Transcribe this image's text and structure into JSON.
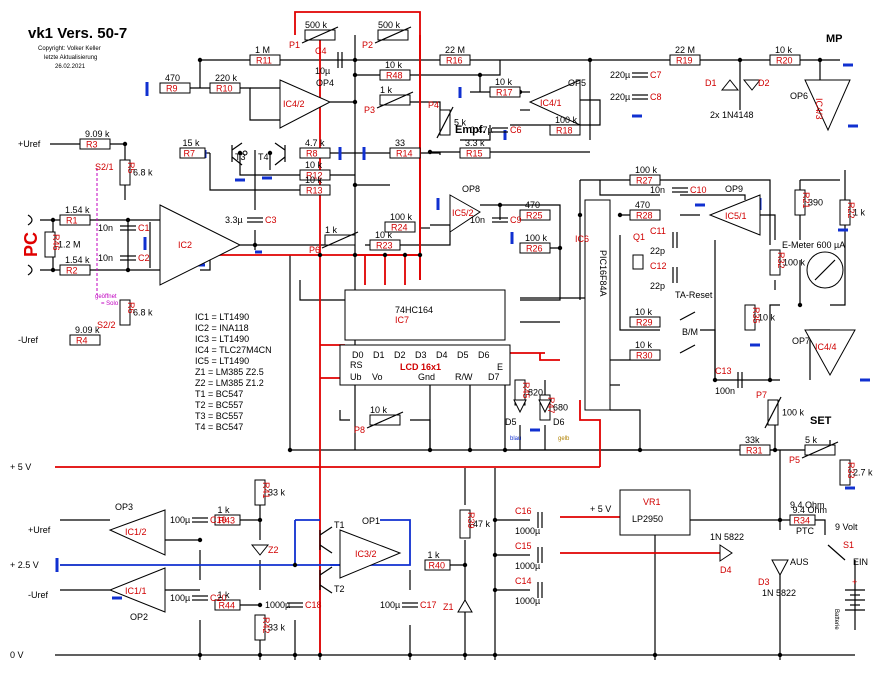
{
  "title": "vk1 Vers. 50-7",
  "copyright": "Copyright: Volker Keller",
  "last_update_label": "letzte Aktualisierung",
  "date": "26.02.2021",
  "pc_label": "PC",
  "mp_label": "MP",
  "set_label": "SET",
  "empf_label": "Empf.",
  "emeter_label": "E-Meter 600 µA",
  "ta_reset": "TA-Reset",
  "bm_label": "B/M",
  "diode_pair": "2x 1N4148",
  "switch_text": [
    "geöffnet",
    "= Solo"
  ],
  "batt_label": "Batterie",
  "aus_label": "AUS",
  "ein_label": "EIN",
  "volt9": "9 Volt",
  "ohm94": "9.4 Ohm",
  "ptc": "PTC",
  "supply": {
    "p5": "+ 5 V",
    "p25": "+ 2.5 V",
    "zero": "0 V",
    "uref_p": "+Uref",
    "uref_m": "-Uref",
    "uref_p2": "+Uref",
    "uref_m2": "-Uref",
    "p5b": "+ 5 V"
  },
  "parts_list": [
    "IC1 = LT1490",
    "IC2 = INA118",
    "IC3 = LT1490",
    "IC4 = TLC27M4CN",
    "IC5 = LT1490",
    "Z1 = LM385 Z2.5",
    "Z2 = LM385 Z1.2",
    "T1 = BC547",
    "T2 = BC557",
    "T3 = BC557",
    "T4 = BC547"
  ],
  "resistors": [
    {
      "id": "R1",
      "val": "1.54 k"
    },
    {
      "id": "R2",
      "val": "1.54 k"
    },
    {
      "id": "R3",
      "val": "9.09 k"
    },
    {
      "id": "R4",
      "val": "9.09 k"
    },
    {
      "id": "R5",
      "val": "6.8 k"
    },
    {
      "id": "R6",
      "val": "6.8 k"
    },
    {
      "id": "R7",
      "val": "15 k"
    },
    {
      "id": "R8",
      "val": "4.7 k"
    },
    {
      "id": "R9",
      "val": "470"
    },
    {
      "id": "R10",
      "val": "220 k"
    },
    {
      "id": "R11",
      "val": "1 M"
    },
    {
      "id": "R12",
      "val": "10 k"
    },
    {
      "id": "R13",
      "val": "10 k"
    },
    {
      "id": "R14",
      "val": "33"
    },
    {
      "id": "R15",
      "val": "3.3 k"
    },
    {
      "id": "R16",
      "val": "22 M"
    },
    {
      "id": "R17",
      "val": "10 k"
    },
    {
      "id": "R18",
      "val": "100 k"
    },
    {
      "id": "R19",
      "val": "22 M"
    },
    {
      "id": "R20",
      "val": "10 k"
    },
    {
      "id": "R21",
      "val": "390"
    },
    {
      "id": "R22",
      "val": "1 k"
    },
    {
      "id": "R23",
      "val": "10 k"
    },
    {
      "id": "R24",
      "val": "100 k"
    },
    {
      "id": "R25",
      "val": "470"
    },
    {
      "id": "R26",
      "val": "100 k"
    },
    {
      "id": "R27",
      "val": "100 k"
    },
    {
      "id": "R28",
      "val": "470"
    },
    {
      "id": "R29",
      "val": "10 k"
    },
    {
      "id": "R30",
      "val": "10 k"
    },
    {
      "id": "R31",
      "val": "33k"
    },
    {
      "id": "R32",
      "val": "100 k"
    },
    {
      "id": "R33",
      "val": "2.7 k"
    },
    {
      "id": "R34",
      "val": "9.4 Ohm"
    },
    {
      "id": "R35",
      "val": "10 k"
    },
    {
      "id": "R36",
      "val": "47 k"
    },
    {
      "id": "R39",
      "val": "47 k"
    },
    {
      "id": "R40",
      "val": "1 k"
    },
    {
      "id": "R41",
      "val": "33 k"
    },
    {
      "id": "R42",
      "val": "33 k"
    },
    {
      "id": "R43",
      "val": "1 k"
    },
    {
      "id": "R44",
      "val": "1 k"
    },
    {
      "id": "R45",
      "val": "820"
    },
    {
      "id": "R46",
      "val": "1.2 M"
    },
    {
      "id": "R47",
      "val": "680"
    },
    {
      "id": "R48",
      "val": "10 k"
    }
  ],
  "caps": {
    "C1": "10n",
    "C2": "10n",
    "C3": "3.3µ",
    "C4": "10µ",
    "C6": "0.47µ",
    "C7": "220µ",
    "C8": "220µ",
    "C9": "10n",
    "C10": "10n",
    "C11": "22p",
    "C12": "22p",
    "C13": "100n",
    "C14": "1000µ",
    "C15": "1000µ",
    "C16": "1000µ",
    "C17": "100µ",
    "C18": "1000µ",
    "C19": "100µ",
    "C20": "100µ"
  },
  "pots": {
    "P1": "500 k",
    "P2": "500 k",
    "P3": "1 k",
    "P4": "5 k",
    "P5": "5 k",
    "P6": "1 k",
    "P7": "100 k",
    "P8": "10 k"
  },
  "ics": {
    "IC1_1": "IC1/1",
    "IC1_2": "IC1/2",
    "IC2": "IC2",
    "IC3_2": "IC3/2",
    "IC4_1": "IC4/1",
    "IC4_2": "IC4/2",
    "IC4_3": "IC4/3",
    "IC4_4": "IC4/4",
    "IC5_1": "IC5/1",
    "IC5_2": "IC5/2",
    "IC6": "IC6",
    "IC6_part": "PIC16F84A",
    "IC7": "IC7",
    "IC7_part": "74HC164",
    "VR1": "VR1",
    "VR1_part": "LP2950",
    "LCD": "LCD 16x1"
  },
  "op_labels": {
    "OP1": "OP1",
    "OP2": "OP2",
    "OP3": "OP3",
    "OP4": "OP4",
    "OP5": "OP5",
    "OP6": "OP6",
    "OP7": "OP7",
    "OP8": "OP8",
    "OP9": "OP9"
  },
  "diodes": {
    "D1": "D1",
    "D2": "D2",
    "D3": "D3",
    "D4": "D4",
    "D5": "D5",
    "D6": "D6",
    "D3v": "1N 5822",
    "D4v": "1N 5822",
    "d5c": "blau",
    "d6c": "gelb",
    "Q1": "Q1",
    "Z1": "Z1",
    "Z2": "Z2",
    "S1": "S1",
    "S2_1": "S2/1",
    "S2_2": "S2/2"
  },
  "transistors": {
    "T1": "T1",
    "T2": "T2",
    "T3": "T3",
    "T4": "T4"
  },
  "lcd_pins": [
    "D0",
    "D1",
    "D2",
    "D3",
    "D4",
    "D5",
    "D6"
  ],
  "lcd_misc": {
    "rs": "RS",
    "ub": "Ub",
    "vo": "Vo",
    "gnd": "Gnd",
    "rw": "R/W",
    "d7": "D7",
    "e": "E"
  }
}
